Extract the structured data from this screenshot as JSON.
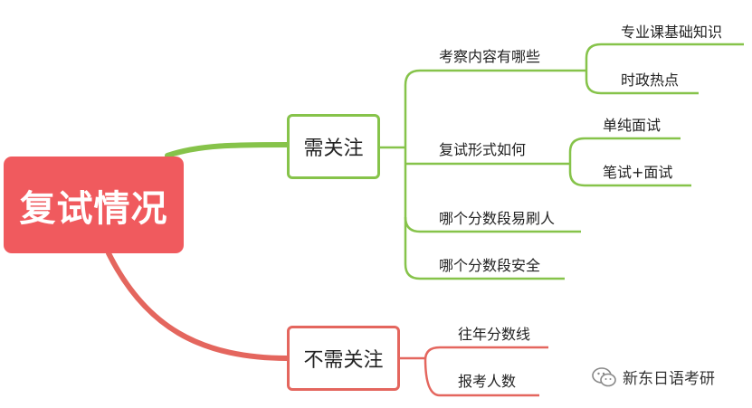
{
  "root": {
    "label": "复试情况"
  },
  "branches": {
    "focus": {
      "label": "需关注",
      "color": "#86c34a",
      "children": {
        "exam_content": {
          "label": "考察内容有哪些",
          "children": [
            "专业课基础知识",
            "时政热点"
          ]
        },
        "exam_format": {
          "label": "复试形式如何",
          "children": [
            "单纯面试",
            "笔试+面试"
          ]
        },
        "score_cut": {
          "label": "哪个分数段易刷人"
        },
        "score_safe": {
          "label": "哪个分数段安全"
        }
      }
    },
    "no_focus": {
      "label": "不需关注",
      "color": "#e4665e",
      "children": [
        "往年分数线",
        "报考人数"
      ]
    }
  },
  "watermark": {
    "text": "新东日语考研",
    "icon": "wechat-icon"
  },
  "colors": {
    "root_bg": "#f05a5e",
    "green": "#86c34a",
    "red": "#e4665e"
  }
}
